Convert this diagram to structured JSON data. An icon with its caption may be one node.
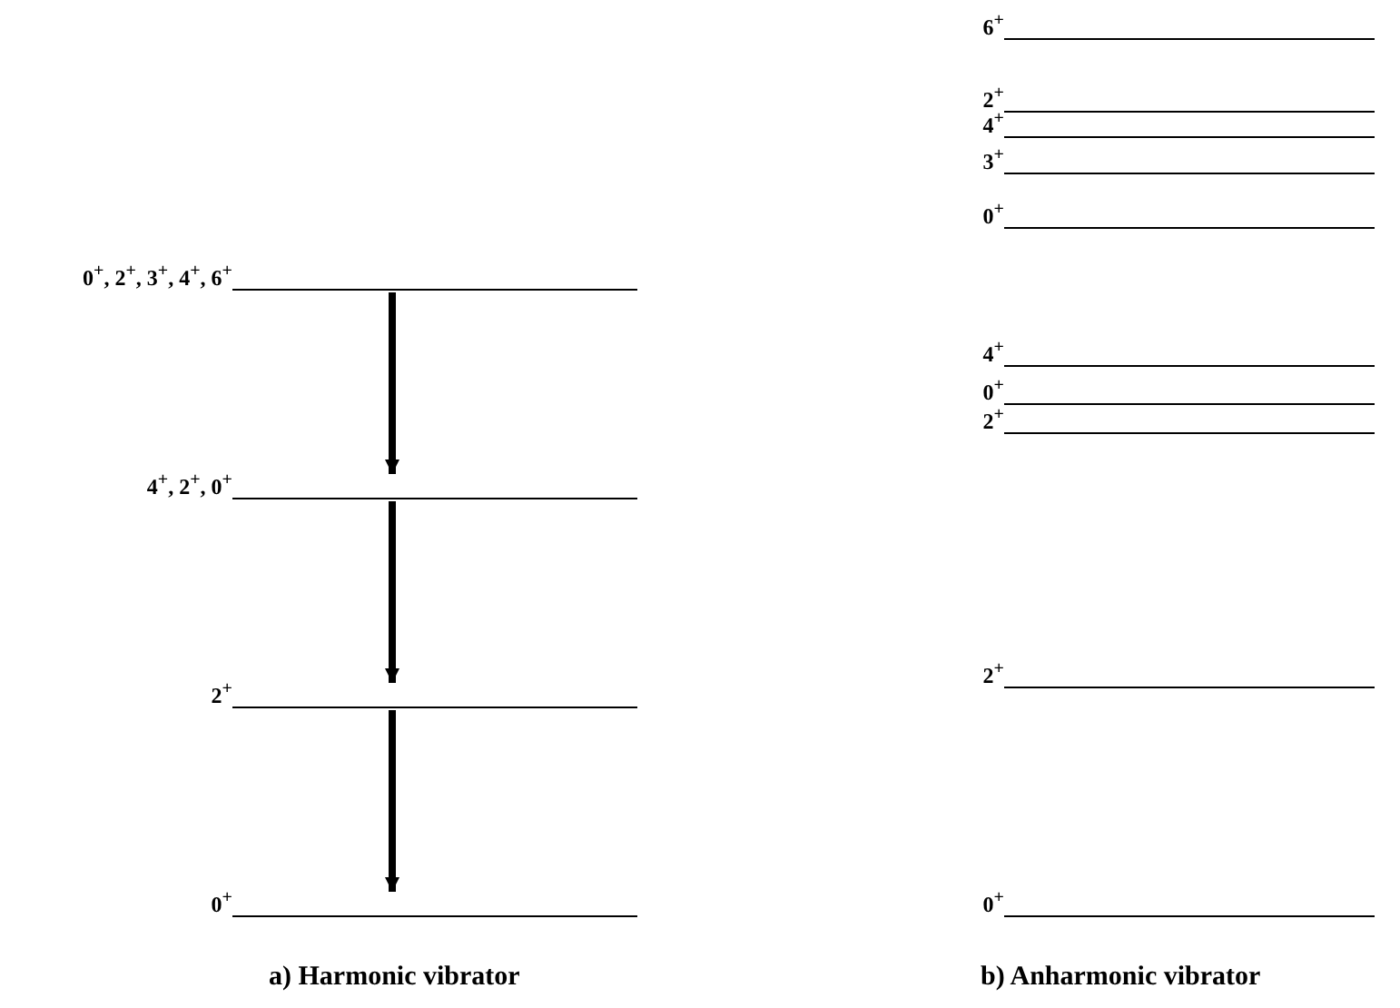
{
  "diagram": {
    "nodes": [
      {
        "text": [
          "0$^{+}$, 2$^{+}$, 3$^{+}$, 4$^{+}$, 6$^{+}$"
        ]
      },
      {
        "text": [
          "4$^{+}$, 2$^{+}$, 0$^{+}$"
        ]
      },
      {
        "text": [
          "2$^{+}$"
        ]
      },
      {
        "text": [
          "0$^{+}$"
        ]
      },
      {
        "text": [
          "6$^{+}$"
        ]
      },
      {
        "text": [
          "2$^{+}$"
        ]
      },
      {
        "text": [
          "4$^{+}$"
        ]
      },
      {
        "text": [
          "3$^{+}$"
        ]
      },
      {
        "text": [
          "0$^{+}$"
        ]
      },
      {
        "text": [
          "4$^{+}$"
        ]
      },
      {
        "text": [
          "0$^{+}$"
        ]
      },
      {
        "text": [
          "2$^{+}$"
        ]
      },
      {
        "text": [
          "2$^{+}$"
        ]
      },
      {
        "text": [
          "0$^{+}$"
        ]
      }
    ],
    "edges": [
      {
        "from": 0,
        "to": 1,
        "arrow": "to"
      },
      {
        "from": 1,
        "to": 2,
        "arrow": "to"
      },
      {
        "from": 2,
        "to": 3,
        "arrow": "to"
      }
    ],
    "labels": [
      "a) Harmonic vibrator",
      "b) Anharmonic vibrator"
    ]
  }
}
